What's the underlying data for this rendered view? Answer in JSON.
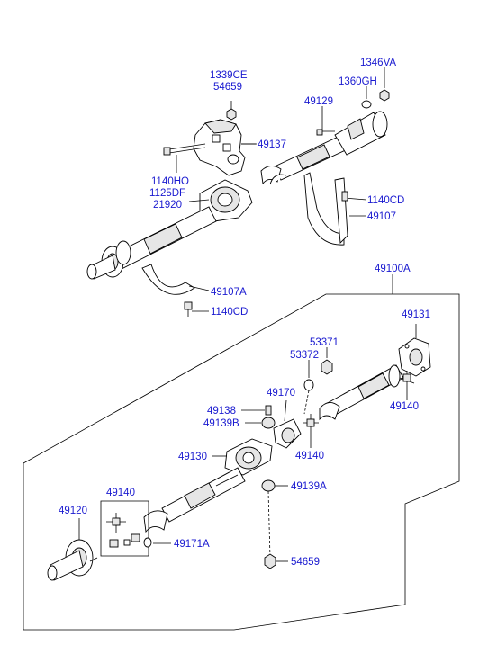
{
  "labels": {
    "p1339CE": "1339CE",
    "p54659_top": "54659",
    "p1346VA": "1346VA",
    "p1360GH": "1360GH",
    "p49129": "49129",
    "p49137": "49137",
    "p1140HO": "1140HO",
    "p1125DF": "1125DF",
    "p21920": "21920",
    "p1140CD_right": "1140CD",
    "p49107": "49107",
    "p49100A": "49100A",
    "p49107A": "49107A",
    "p1140CD_left": "1140CD",
    "p49131": "49131",
    "p53371": "53371",
    "p53372": "53372",
    "p49170": "49170",
    "p49138": "49138",
    "p49139B": "49139B",
    "p49140_right": "49140",
    "p49140_mid": "49140",
    "p49130": "49130",
    "p49140_left": "49140",
    "p49139A": "49139A",
    "p49120": "49120",
    "p49171A": "49171A",
    "p54659_bottom": "54659"
  }
}
